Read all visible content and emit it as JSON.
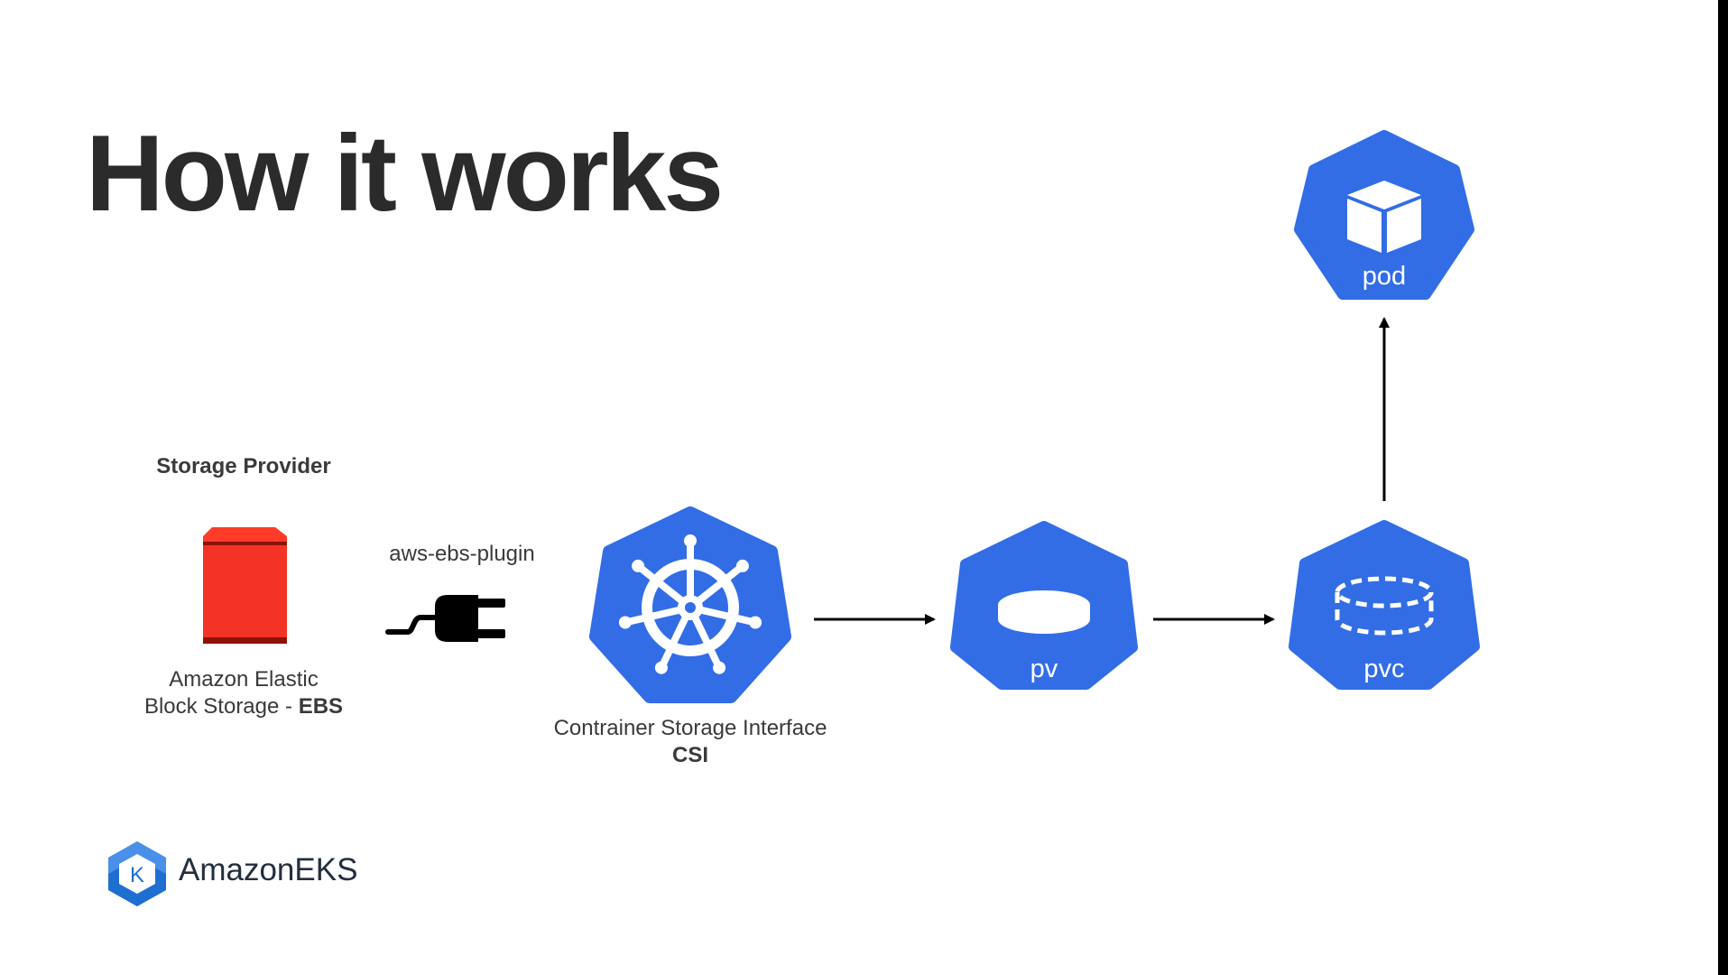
{
  "title": "How it works",
  "storage_provider": {
    "heading": "Storage Provider",
    "caption_line1": "Amazon Elastic",
    "caption_line2_prefix": "Block Storage - ",
    "caption_line2_bold": "EBS"
  },
  "plugin": {
    "label": "aws-ebs-plugin",
    "icon": "power-plug-icon"
  },
  "csi": {
    "caption_line1": "Contrainer Storage Interface",
    "caption_line2": "CSI",
    "icon": "kubernetes-helm-icon"
  },
  "nodes": {
    "pv": {
      "label": "pv",
      "icon": "volume-disk-icon"
    },
    "pvc": {
      "label": "pvc",
      "icon": "volume-claim-dashed-icon"
    },
    "pod": {
      "label": "pod",
      "icon": "cube-icon"
    }
  },
  "footer": {
    "brand": "Amazon EKS",
    "brand_first": "Amazon",
    "brand_second": "EKS"
  },
  "colors": {
    "k8s_blue": "#326de6",
    "ebs_red": "#e02b20",
    "text_dark": "#2b2b2b",
    "arrow": "#000000"
  }
}
